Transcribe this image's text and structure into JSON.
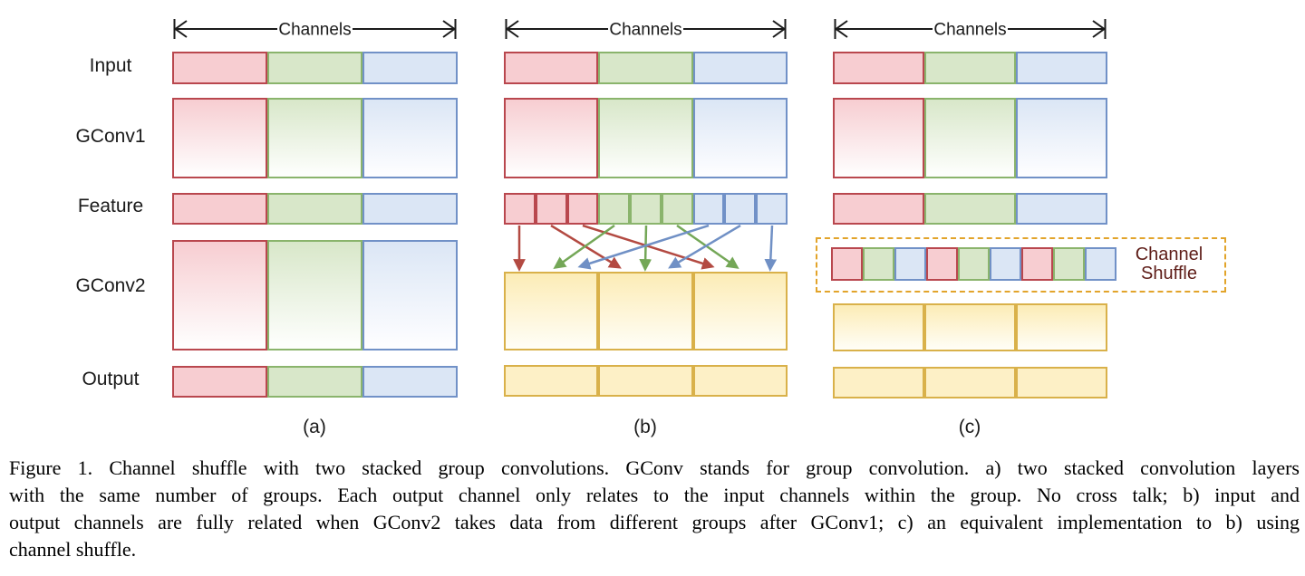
{
  "figure_kind": "paper-figure-diagram",
  "channels_label": "Channels",
  "row_labels": [
    "Input",
    "GConv1",
    "Feature",
    "GConv2",
    "Output"
  ],
  "panel_labels": {
    "a": "(a)",
    "b": "(b)",
    "c": "(c)"
  },
  "channel_shuffle": {
    "line1": "Channel",
    "line2": "Shuffle"
  },
  "caption": {
    "lines": [
      "Figure 1. Channel shuffle with two stacked group convolutions.  GConv stands for group convolution.  a) two stacked convolution layers",
      "with the same number of groups.  Each output channel only relates to the input channels within the group.  No cross talk; b) input and",
      "output channels are fully related when GConv2 takes data from different groups after GConv1; c) an equivalent implementation to b) using",
      "channel shuffle."
    ]
  },
  "colors": {
    "red_fill": "#f7cdd1",
    "red_border": "#b9474e",
    "green_fill": "#d8e7c9",
    "green_border": "#8ab46c",
    "blue_fill": "#dbe6f5",
    "blue_border": "#7191c7",
    "yellow_fill": "#fdf0c6",
    "yellow_grad": "#fcecb6",
    "yellow_border": "#d9b14a",
    "dash_border": "#e2a42b",
    "shuffle_text": "#5e1d18",
    "arrow_red": "#b34a42",
    "arrow_green": "#74a757",
    "arrow_blue": "#7090c5"
  },
  "diagram": {
    "groups": 3,
    "cells_per_group_in_feature_b": 3,
    "panel_a": {
      "rows": [
        "Input: red|green|blue",
        "GConv1: red|green|blue gradient blocks",
        "Feature: red|green|blue",
        "GConv2: red|green|blue gradient blocks",
        "Output: red|green|blue"
      ],
      "note": "no cross talk between groups"
    },
    "panel_b": {
      "feature_cells": [
        "red1",
        "red2",
        "red3",
        "green1",
        "green2",
        "green3",
        "blue1",
        "blue2",
        "blue3"
      ],
      "connections": [
        {
          "from": "red1",
          "to_block": 1,
          "color": "red"
        },
        {
          "from": "red2",
          "to_block": 2,
          "color": "red"
        },
        {
          "from": "red3",
          "to_block": 3,
          "color": "red"
        },
        {
          "from": "green1",
          "to_block": 1,
          "color": "green"
        },
        {
          "from": "green2",
          "to_block": 2,
          "color": "green"
        },
        {
          "from": "green3",
          "to_block": 3,
          "color": "green"
        },
        {
          "from": "blue1",
          "to_block": 1,
          "color": "blue"
        },
        {
          "from": "blue2",
          "to_block": 2,
          "color": "blue"
        },
        {
          "from": "blue3",
          "to_block": 3,
          "color": "blue"
        }
      ],
      "gconv2_blocks": 3,
      "gconv2_color": "yellow",
      "output_segments": 3
    },
    "panel_c": {
      "shuffle_order": [
        "red",
        "green",
        "blue",
        "red",
        "green",
        "blue",
        "red",
        "green",
        "blue"
      ],
      "gconv2_blocks": 3,
      "gconv2_color": "yellow",
      "output_segments": 3
    }
  }
}
